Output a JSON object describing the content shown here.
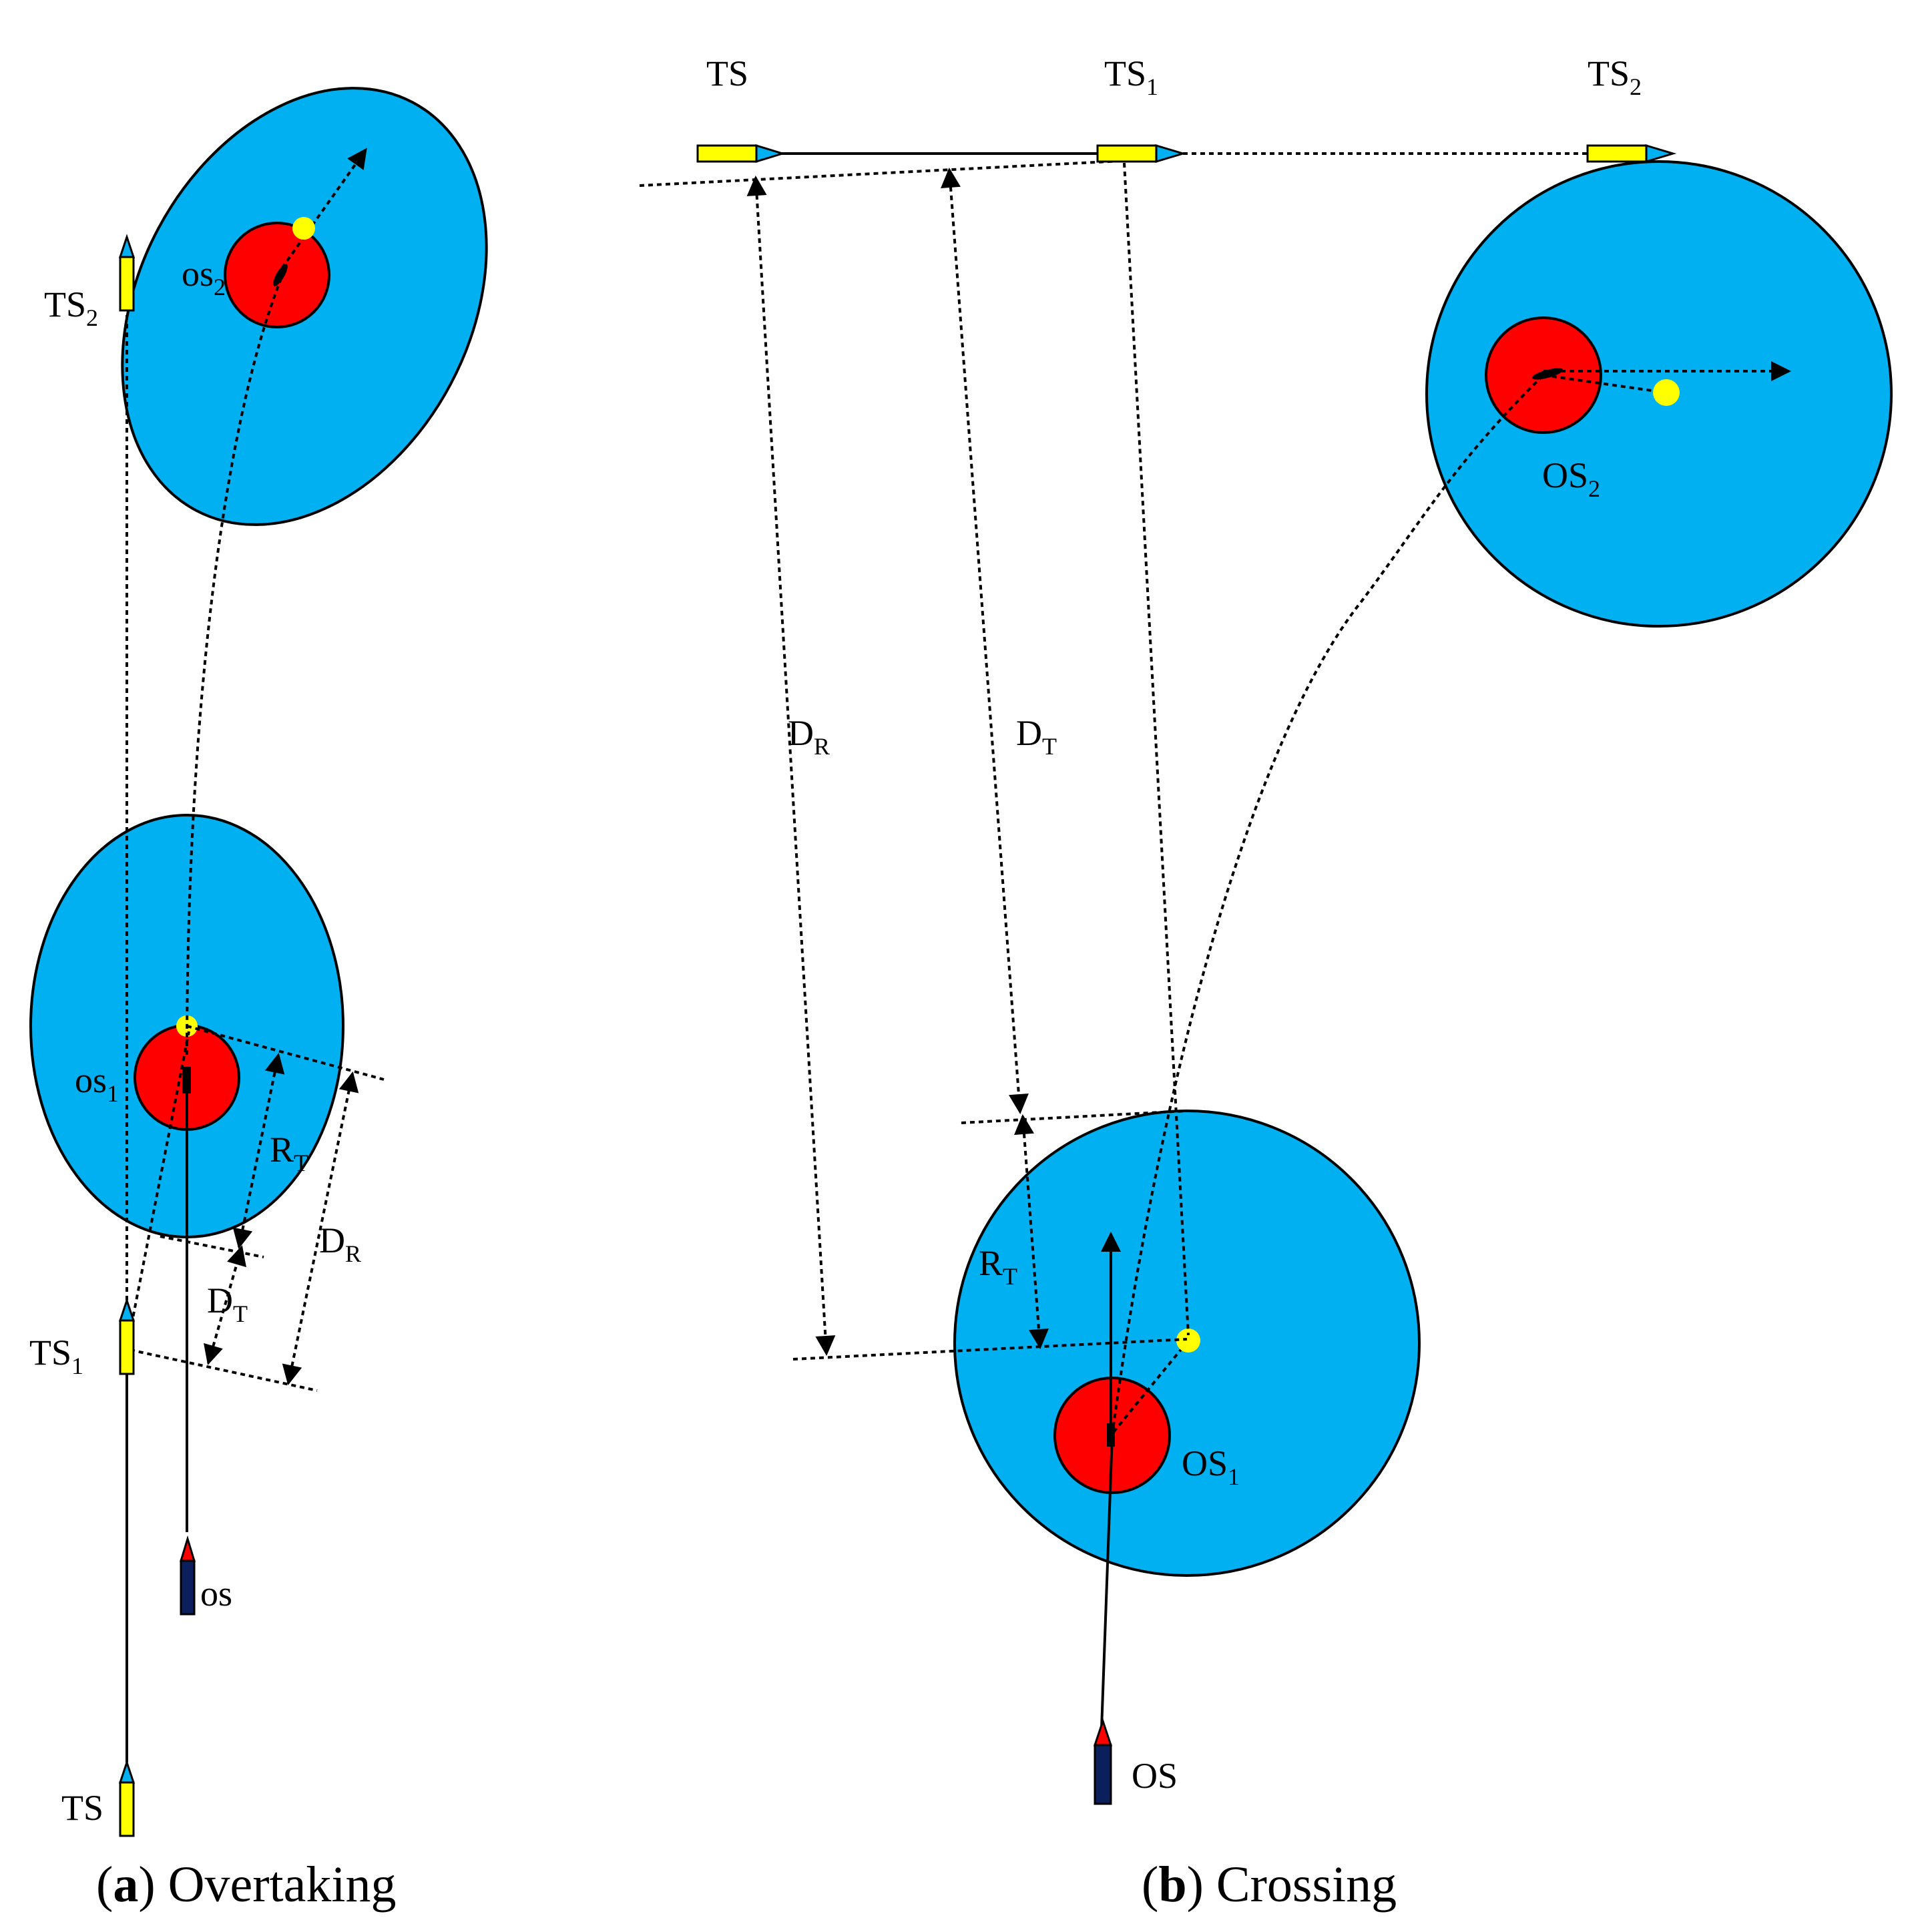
{
  "colors": {
    "outer_domain": "#00b0f0",
    "inner_domain": "#ff0000",
    "target_ship": "#ffff00",
    "own_ship_hull": "#0a1f5c",
    "own_ship_bow": "#ff0000",
    "target_bow": "#00b0f0",
    "point_marker": "#ffff00",
    "line": "#000000"
  },
  "panel_a": {
    "caption_letter": "a",
    "caption_text": " Overtaking",
    "labels": {
      "ts": "TS",
      "ts1_base": "TS",
      "ts1_sub": "1",
      "ts2_base": "TS",
      "ts2_sub": "2",
      "os": "os",
      "os1_base": "os",
      "os1_sub": "1",
      "os2_base": "os",
      "os2_sub": "2",
      "rt_base": "R",
      "rt_sub": "T",
      "dt_base": "D",
      "dt_sub": "T",
      "dr_base": "D",
      "dr_sub": "R"
    }
  },
  "panel_b": {
    "caption_letter": "b",
    "caption_text": " Crossing",
    "labels": {
      "ts": "TS",
      "ts1_base": "TS",
      "ts1_sub": "1",
      "ts2_base": "TS",
      "ts2_sub": "2",
      "os": "OS",
      "os1_base": "OS",
      "os1_sub": "1",
      "os2_base": "OS",
      "os2_sub": "2",
      "rt_base": "R",
      "rt_sub": "T",
      "dt_base": "D",
      "dt_sub": "T",
      "dr_base": "D",
      "dr_sub": "R"
    }
  }
}
